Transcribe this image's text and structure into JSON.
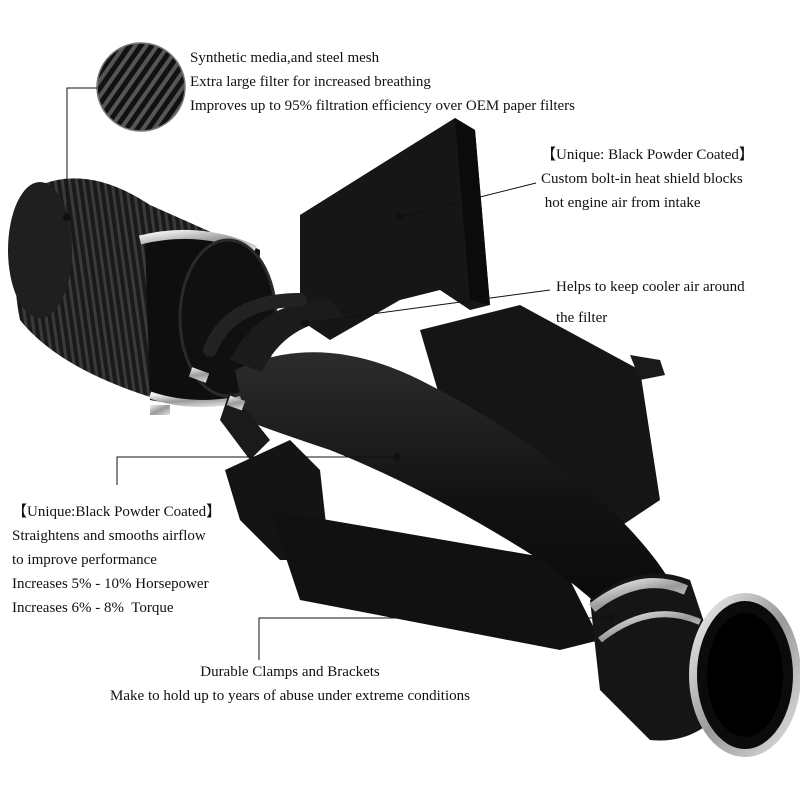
{
  "filter_text": {
    "lines": [
      "Synthetic media,and steel mesh",
      "Extra large filter for increased breathing",
      "Improves up to 95% filtration efficiency over OEM paper filters"
    ]
  },
  "heat_shield_text": {
    "lines": [
      "【Unique: Black Powder Coated】",
      "Custom bolt-in heat shield blocks",
      " hot engine air from intake"
    ]
  },
  "cooler_air_text": {
    "lines": [
      "Helps to keep cooler air around",
      "the filter"
    ]
  },
  "intake_tube_text": {
    "lines": [
      "【Unique:Black Powder Coated】",
      "Straightens and smooths airflow",
      "to improve performance",
      "Increases 5% - 10% Horsepower",
      "Increases 6% - 8%  Torque"
    ]
  },
  "clamps_text": {
    "lines": [
      "Durable Clamps and Brackets",
      "Make to hold up to years of abuse under extreme conditions"
    ]
  },
  "colors": {
    "product_black": "#141414",
    "chrome": "#c9c9c9",
    "text": "#111111"
  }
}
